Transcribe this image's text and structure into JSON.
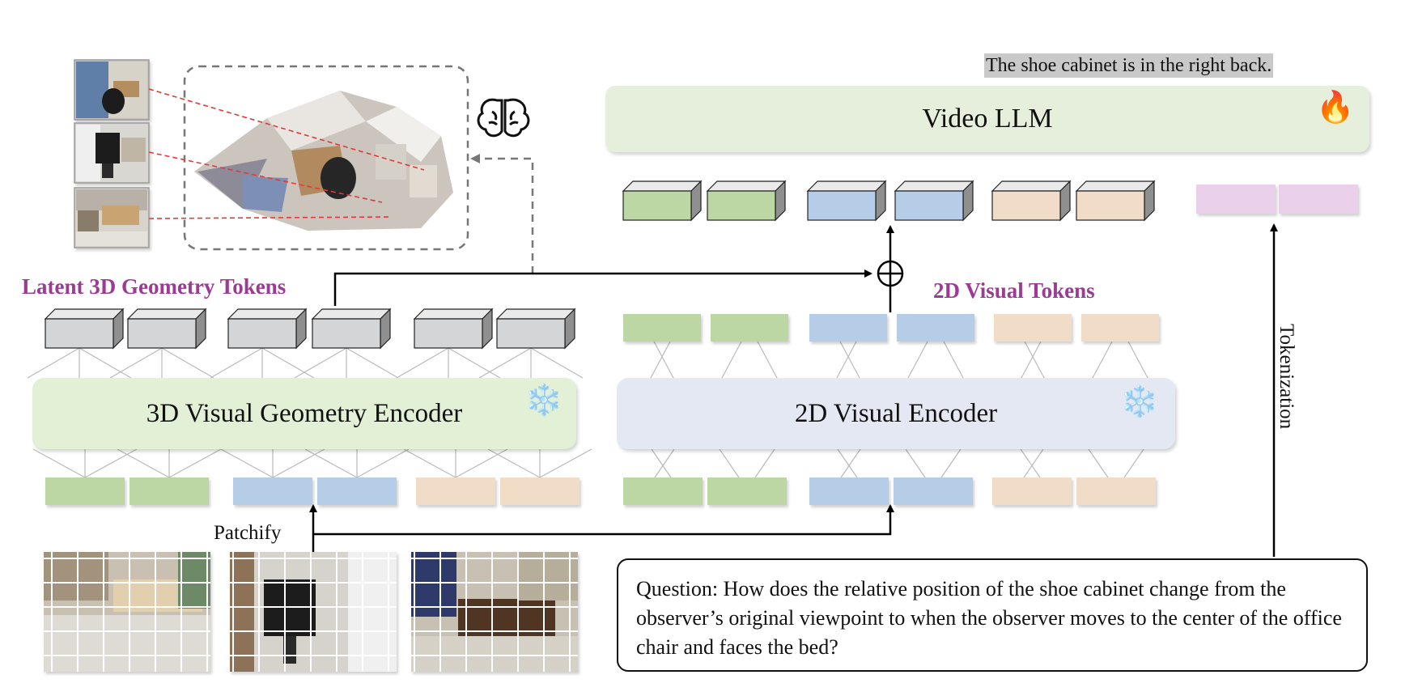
{
  "answer_text": "The shoe cabinet is in the right back.",
  "video_llm": {
    "label": "Video LLM",
    "icon": "fire-icon"
  },
  "encoder_3d": {
    "label": "3D Visual Geometry Encoder",
    "icon": "snowflake-icon"
  },
  "encoder_2d": {
    "label": "2D Visual Encoder",
    "icon": "snowflake-icon"
  },
  "labels": {
    "latent_tokens": "Latent 3D Geometry Tokens",
    "visual_tokens": "2D Visual Tokens",
    "patchify": "Patchify",
    "tokenization": "Tokenization"
  },
  "question": "Question: How does the relative position of the shoe cabinet change from the observer’s original viewpoint to when the observer moves to the center of the office chair and faces the bed?",
  "icons": {
    "brain": "brain-icon",
    "add": "circle-plus-icon"
  },
  "colors": {
    "green_token": "#bcd6a4",
    "blue_token": "#b5cde6",
    "peach_token": "#f1dcc7",
    "pink_token": "#ead0ea",
    "gray_token": "#d4d5d7",
    "purple_text": "#9c3b94",
    "projection_line": "#e03b3b"
  }
}
